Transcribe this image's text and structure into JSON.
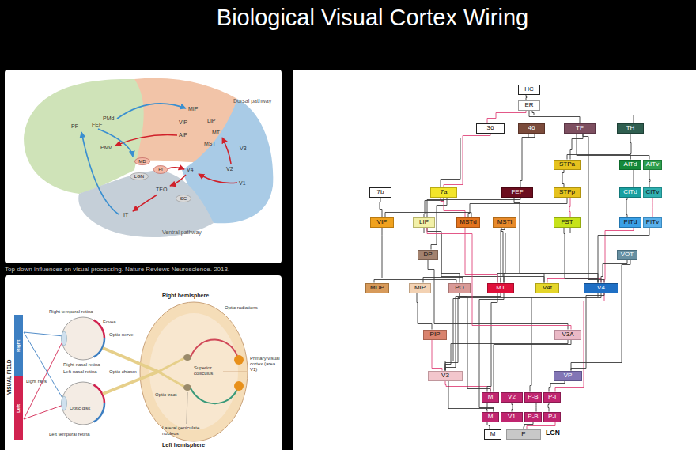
{
  "diagram": {
    "title": "Biological Visual Cortex Wiring",
    "nodes": [
      {
        "text": [
          "MD"
        ]
      },
      {
        "text": [
          "Pl"
        ]
      },
      {
        "text": [
          "LGN"
        ]
      },
      {
        "text": [
          "SC"
        ]
      },
      {
        "text": [
          "HC"
        ]
      },
      {
        "text": [
          "ER"
        ]
      },
      {
        "text": [
          "36"
        ]
      },
      {
        "text": [
          "46"
        ]
      },
      {
        "text": [
          "TF"
        ]
      },
      {
        "text": [
          "TH"
        ]
      },
      {
        "text": [
          "STPa"
        ]
      },
      {
        "text": [
          "AITd"
        ]
      },
      {
        "text": [
          "AITv"
        ]
      },
      {
        "text": [
          "STPp"
        ]
      },
      {
        "text": [
          "7b"
        ]
      },
      {
        "text": [
          "7a"
        ]
      },
      {
        "text": [
          "FEF"
        ]
      },
      {
        "text": [
          "CITd"
        ]
      },
      {
        "text": [
          "CITv"
        ]
      },
      {
        "text": [
          "VIP"
        ]
      },
      {
        "text": [
          "LIP"
        ]
      },
      {
        "text": [
          "MSTd"
        ]
      },
      {
        "text": [
          "MSTl"
        ]
      },
      {
        "text": [
          "FST"
        ]
      },
      {
        "text": [
          "PITd"
        ]
      },
      {
        "text": [
          "PITv"
        ]
      },
      {
        "text": [
          "DP"
        ]
      },
      {
        "text": [
          "VOT"
        ]
      },
      {
        "text": [
          "MDP"
        ]
      },
      {
        "text": [
          "MIP"
        ]
      },
      {
        "text": [
          "PO"
        ]
      },
      {
        "text": [
          "MT"
        ]
      },
      {
        "text": [
          "V4t"
        ]
      },
      {
        "text": [
          "V4"
        ]
      },
      {
        "text": [
          "PIP"
        ]
      },
      {
        "text": [
          "V3A"
        ]
      },
      {
        "text": [
          "V3"
        ]
      },
      {
        "text": [
          "VP"
        ]
      },
      {
        "text": [
          "M"
        ]
      },
      {
        "text": [
          "V2"
        ]
      },
      {
        "text": [
          "P-B"
        ]
      },
      {
        "text": [
          "P-I"
        ]
      },
      {
        "text": [
          "M"
        ]
      },
      {
        "text": [
          "V1"
        ]
      },
      {
        "text": [
          "P-B"
        ]
      },
      {
        "text": [
          "P-I"
        ]
      },
      {
        "text": [
          "M"
        ]
      },
      {
        "text": [
          "P"
        ]
      }
    ],
    "edges": [
      {
        "from": 42,
        "to": 46,
        "arrow": "none"
      },
      {
        "from": 44,
        "to": 47,
        "arrow": "none"
      },
      {
        "from": 45,
        "to": 47,
        "arrow": "none"
      },
      {
        "from": 38,
        "to": 42,
        "arrow": "none"
      },
      {
        "from": 39,
        "to": 43,
        "arrow": "none"
      },
      {
        "from": 40,
        "to": 44,
        "arrow": "none"
      },
      {
        "from": 41,
        "to": 45,
        "arrow": "none"
      },
      {
        "from": 36,
        "to": 38,
        "arrow": "none"
      },
      {
        "from": 36,
        "to": 42,
        "arrow": "none"
      },
      {
        "from": 37,
        "to": 41,
        "arrow": "none"
      },
      {
        "from": 35,
        "to": 36,
        "arrow": "none"
      },
      {
        "from": 35,
        "to": 38,
        "arrow": "none"
      },
      {
        "from": 34,
        "to": 36,
        "arrow": "none"
      },
      {
        "from": 30,
        "to": 36,
        "arrow": "none"
      },
      {
        "from": 31,
        "to": 42,
        "arrow": "none"
      },
      {
        "from": 31,
        "to": 38,
        "arrow": "none"
      },
      {
        "from": 31,
        "to": 36,
        "arrow": "none"
      },
      {
        "from": 33,
        "to": 41,
        "arrow": "none"
      },
      {
        "from": 33,
        "to": 40,
        "arrow": "none"
      },
      {
        "from": 33,
        "to": 36,
        "arrow": "none"
      },
      {
        "from": 33,
        "to": 37,
        "arrow": "none"
      },
      {
        "from": 32,
        "to": 31,
        "arrow": "none"
      },
      {
        "from": 32,
        "to": 33,
        "arrow": "none"
      },
      {
        "from": 29,
        "to": 30,
        "arrow": "none"
      },
      {
        "from": 28,
        "to": 30,
        "arrow": "none"
      },
      {
        "from": 31,
        "to": 19,
        "arrow": "none"
      },
      {
        "from": 31,
        "to": 20,
        "arrow": "none"
      },
      {
        "from": 31,
        "to": 21,
        "arrow": "none"
      },
      {
        "from": 31,
        "to": 22,
        "arrow": "none"
      },
      {
        "from": 31,
        "to": 23,
        "arrow": "none"
      },
      {
        "from": 33,
        "to": 23,
        "arrow": "none"
      },
      {
        "from": 35,
        "to": 26,
        "arrow": "none"
      },
      {
        "from": 33,
        "to": 24,
        "arrow": "none"
      },
      {
        "from": 33,
        "to": 25,
        "arrow": "none"
      },
      {
        "from": 33,
        "to": 27,
        "arrow": "none"
      },
      {
        "from": 37,
        "to": 27,
        "arrow": "none"
      },
      {
        "from": 24,
        "to": 17,
        "arrow": "none"
      },
      {
        "from": 25,
        "to": 18,
        "arrow": "none"
      },
      {
        "from": 17,
        "to": 11,
        "arrow": "none"
      },
      {
        "from": 18,
        "to": 12,
        "arrow": "none"
      },
      {
        "from": 20,
        "to": 15,
        "arrow": "none"
      },
      {
        "from": 26,
        "to": 15,
        "arrow": "none"
      },
      {
        "from": 21,
        "to": 15,
        "arrow": "none"
      },
      {
        "from": 19,
        "to": 14,
        "arrow": "none"
      },
      {
        "from": 20,
        "to": 16,
        "arrow": "none"
      },
      {
        "from": 33,
        "to": 16,
        "arrow": "none"
      },
      {
        "from": 21,
        "to": 13,
        "arrow": "none"
      },
      {
        "from": 23,
        "to": 13,
        "arrow": "none"
      },
      {
        "from": 13,
        "to": 10,
        "arrow": "none"
      },
      {
        "from": 10,
        "to": 11,
        "arrow": "none"
      },
      {
        "from": 16,
        "to": 7,
        "arrow": "none"
      },
      {
        "from": 15,
        "to": 7,
        "arrow": "none"
      },
      {
        "from": 15,
        "to": 6,
        "arrow": "none"
      },
      {
        "from": 10,
        "to": 8,
        "arrow": "none"
      },
      {
        "from": 12,
        "to": 8,
        "arrow": "none"
      },
      {
        "from": 11,
        "to": 9,
        "arrow": "none"
      },
      {
        "from": 33,
        "to": 8,
        "arrow": "none"
      },
      {
        "from": 6,
        "to": 5,
        "arrow": "none"
      },
      {
        "from": 8,
        "to": 5,
        "arrow": "none"
      },
      {
        "from": 9,
        "to": 5,
        "arrow": "none"
      },
      {
        "from": 5,
        "to": 4,
        "arrow": "none"
      },
      {
        "from": 30,
        "to": 20,
        "arrow": "none"
      },
      {
        "from": 35,
        "to": 20,
        "arrow": "none"
      },
      {
        "from": 34,
        "to": 29,
        "arrow": "none"
      },
      {
        "from": 30,
        "to": 38,
        "arrow": "none"
      },
      {
        "from": 21,
        "to": 19,
        "arrow": "none"
      },
      {
        "from": 32,
        "to": 22,
        "arrow": "none"
      }
    ],
    "labels": [
      "Top-down influences on visual processing. Nature Reviews Neuroscience. 2013.",
      "Dorsal pathway",
      "PMd",
      "MIP",
      "VIP",
      "LIP",
      "AIP",
      "MT",
      "PF",
      "FEF",
      "MST",
      "V3",
      "PMv",
      "V4",
      "V2",
      "V1",
      "TEO",
      "IT",
      "Ventral pathway",
      "Right hemisphere",
      "Optic radiations",
      "Right temporal retina",
      "Fovea",
      "VISUAL FIELD",
      "Right",
      "Light rays",
      "Optic nerve",
      "Right nasal retina",
      "Left nasal retina",
      "Optic chiasm",
      "Superior colliculus",
      "Primary visual cortex (area V1)",
      "Left",
      "Optic disk",
      "Optic tract",
      "Lateral geniculate nucleus",
      "Left temporal retina",
      "Left hemisphere",
      "LGN"
    ]
  }
}
